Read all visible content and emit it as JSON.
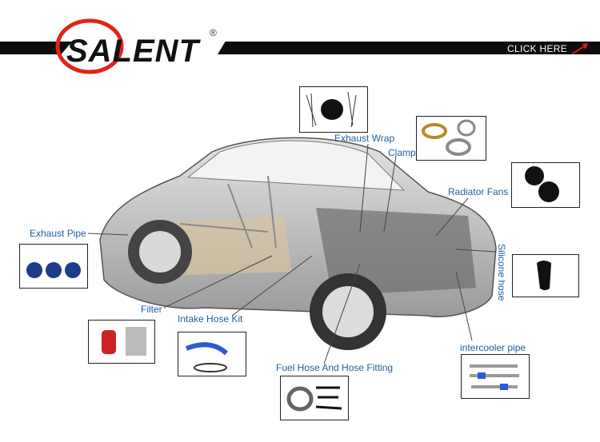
{
  "brand": {
    "name": "SALENT",
    "registered": "®"
  },
  "header": {
    "cta_label": "CLICK HERE"
  },
  "callouts": {
    "exhaust_wrap": "Exhaust Wrap",
    "clamp": "Clamp",
    "radiator_fans": "Radiator Fans",
    "silicone_hose": "Silicone hose",
    "exhaust_pipe": "Exhaust Pipe",
    "filter": "Filter",
    "intake_hose_kit": "Intake Hose Kit",
    "fuel_hose": "Fuel Hose And Hose Fitting",
    "intercooler_pipe": "intercooler pipe"
  },
  "colors": {
    "label": "#1f5f9e",
    "logo_ring": "#e2231a",
    "banner": "#0d0d0d",
    "arrow": "#d21f1f"
  }
}
